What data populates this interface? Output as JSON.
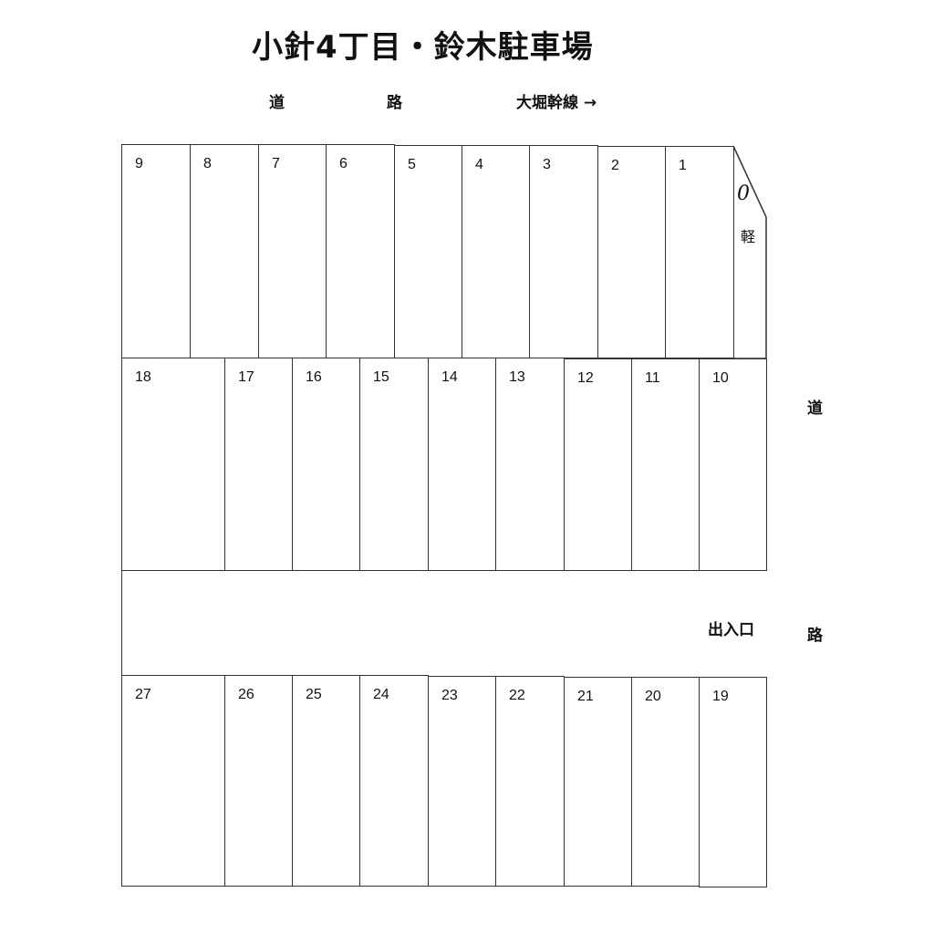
{
  "title": "小針4丁目・鈴木駐車場",
  "roads": {
    "top_left": "道",
    "top_mid": "路",
    "top_right": "大堀幹線 →",
    "right_top": "道",
    "right_bottom": "路"
  },
  "entrance": "出入口",
  "corner_slot": {
    "number": "0",
    "note": "軽"
  },
  "rows": {
    "top": [
      {
        "n": "9"
      },
      {
        "n": "8"
      },
      {
        "n": "7"
      },
      {
        "n": "6"
      },
      {
        "n": "5"
      },
      {
        "n": "4"
      },
      {
        "n": "3"
      },
      {
        "n": "2"
      },
      {
        "n": "1"
      }
    ],
    "middle": [
      {
        "n": "18"
      },
      {
        "n": "17"
      },
      {
        "n": "16"
      },
      {
        "n": "15"
      },
      {
        "n": "14"
      },
      {
        "n": "13"
      },
      {
        "n": "12"
      },
      {
        "n": "11"
      },
      {
        "n": "10"
      }
    ],
    "bottom": [
      {
        "n": "27"
      },
      {
        "n": "26"
      },
      {
        "n": "25"
      },
      {
        "n": "24"
      },
      {
        "n": "23"
      },
      {
        "n": "22"
      },
      {
        "n": "21"
      },
      {
        "n": "20"
      },
      {
        "n": "19"
      }
    ]
  },
  "colors": {
    "line": "#333333",
    "background": "#ffffff",
    "text": "#111111"
  }
}
